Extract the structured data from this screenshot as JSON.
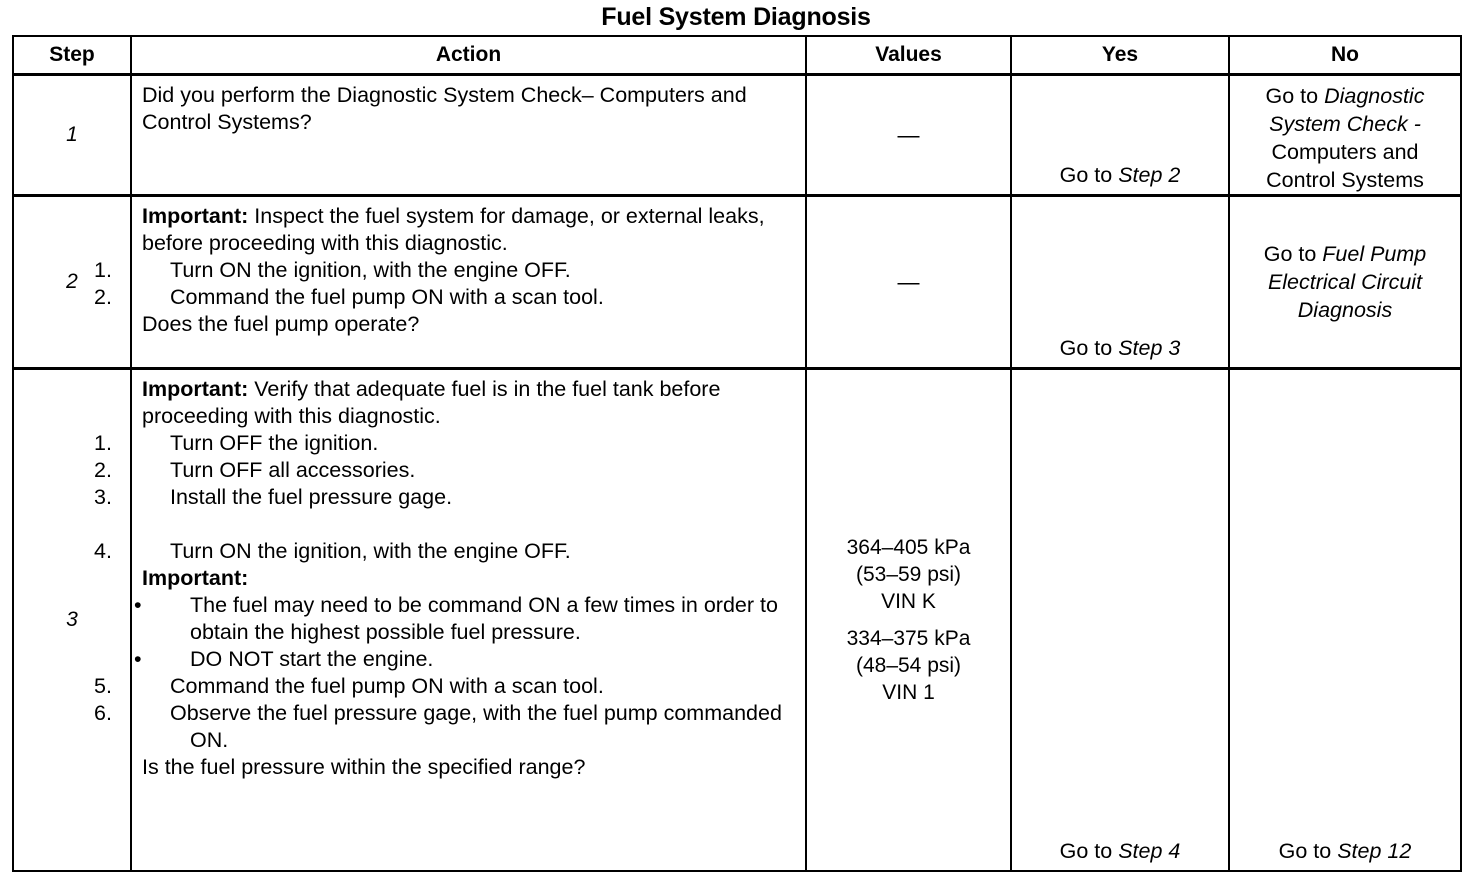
{
  "document": {
    "title": "Fuel System Diagnosis"
  },
  "table": {
    "headers": {
      "step": "Step",
      "action": "Action",
      "values": "Values",
      "yes": "Yes",
      "no": "No"
    },
    "rows": [
      {
        "step": "1",
        "action": {
          "intro": "Did you perform the Diagnostic System Check– Computers and Control Systems?"
        },
        "values": "—",
        "yes": {
          "prefix": "Go to ",
          "ref": "Step 2"
        },
        "no": {
          "prefix": "Go to ",
          "ref": "Diagnostic System Check -",
          "suffix": "Computers and Control Systems"
        }
      },
      {
        "step": "2",
        "action": {
          "important_label": "Important:",
          "important_text": " Inspect the fuel system for damage, or external leaks, before proceeding with this diagnostic.",
          "steps": [
            {
              "num": "1.",
              "text": "Turn ON the ignition, with the engine OFF."
            },
            {
              "num": "2.",
              "text": "Command the fuel pump ON with a scan tool."
            }
          ],
          "question": "Does the fuel pump operate?"
        },
        "values": "—",
        "yes": {
          "prefix": "Go to ",
          "ref": "Step 3"
        },
        "no": {
          "prefix": "Go to ",
          "ref": "Fuel Pump Electrical Circuit Diagnosis"
        }
      },
      {
        "step": "3",
        "action": {
          "important_label": "Important:",
          "important_text": " Verify that adequate fuel is in the fuel tank before proceeding with this diagnostic.",
          "steps_a": [
            {
              "num": "1.",
              "text": "Turn OFF the ignition."
            },
            {
              "num": "2.",
              "text": "Turn OFF all accessories."
            },
            {
              "num": "3.",
              "text": "Install the fuel pressure gage."
            }
          ],
          "steps_b": [
            {
              "num": "4.",
              "text": "Turn ON the ignition, with the engine OFF."
            }
          ],
          "important_label_2": "Important:",
          "bullets": [
            {
              "bullet": "•",
              "text": "The fuel may need to be command ON a few times in order to obtain the highest possible fuel pressure."
            },
            {
              "bullet": "•",
              "text": "DO NOT start the engine."
            }
          ],
          "steps_c": [
            {
              "num": "5.",
              "text": "Command the fuel pump ON with a scan tool."
            },
            {
              "num": "6.",
              "text": "Observe the fuel pressure gage, with the fuel pump commanded ON."
            }
          ],
          "question": "Is the fuel pressure within the specified range?"
        },
        "values_groups": [
          {
            "line1": "364–405 kPa",
            "line2": "(53–59 psi)",
            "line3": "VIN K"
          },
          {
            "line1": "334–375 kPa",
            "line2": "(48–54 psi)",
            "line3": "VIN 1"
          }
        ],
        "yes": {
          "prefix": "Go to ",
          "ref": "Step 4"
        },
        "no": {
          "prefix": "Go to ",
          "ref": "Step 12"
        }
      }
    ]
  }
}
